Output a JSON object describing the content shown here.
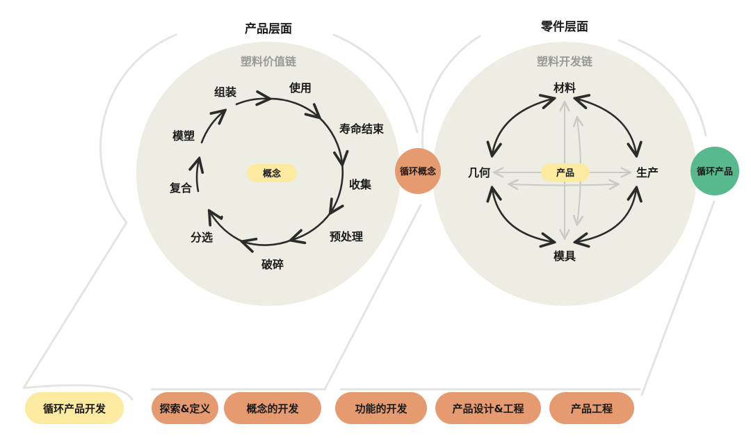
{
  "colors": {
    "circle_fill": "#eeede4",
    "frame_line": "#e4e4e0",
    "node_orange": "#e59b6f",
    "node_green": "#58b88e",
    "pill_yellow": "#fbeaa0",
    "pill_orange": "#e59b6f",
    "center_label": "#fbeaa0",
    "arrow_dark": "#2b2b2b",
    "arrow_light": "#c9c9c5",
    "subtitle_gray": "#9a9a95"
  },
  "product_level": {
    "header": "产品层面",
    "subtitle": "塑料价值链",
    "center": "概念",
    "cycle": [
      "使用",
      "寿命结束",
      "收集",
      "预处理",
      "破碎",
      "分选",
      "复合",
      "模塑",
      "组装"
    ]
  },
  "part_level": {
    "header": "零件层面",
    "subtitle": "塑料开发链",
    "center": "产品",
    "top": "材料",
    "right": "生产",
    "bottom": "模具",
    "left": "几何"
  },
  "nodes": {
    "circular_concept": "循环概念",
    "circular_product": "循环产品"
  },
  "pills": [
    "循环产品开发",
    "探索&定义",
    "概念的开发",
    "功能的开发",
    "产品设计&工程",
    "产品工程"
  ]
}
